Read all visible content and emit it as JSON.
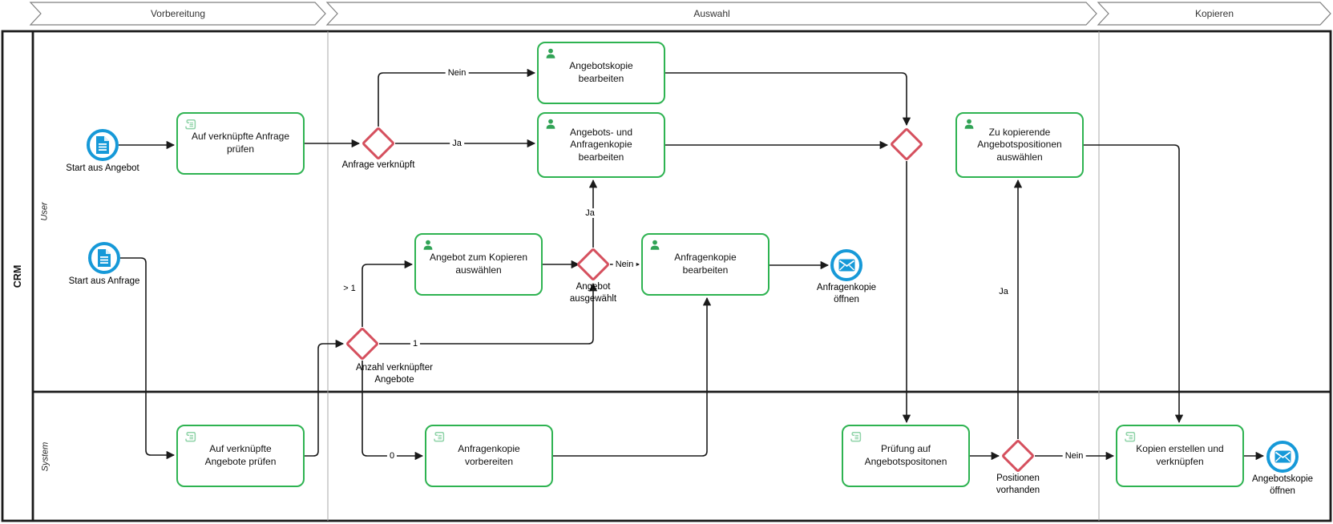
{
  "phases": [
    {
      "label": "Vorbereitung"
    },
    {
      "label": "Auswahl"
    },
    {
      "label": "Kopieren"
    }
  ],
  "pool": {
    "label": "CRM",
    "lanes": [
      {
        "label": "User"
      },
      {
        "label": "System"
      }
    ]
  },
  "events": [
    {
      "kind": "start",
      "icon": "document-icon",
      "label": "Start aus Angebot"
    },
    {
      "kind": "start",
      "icon": "document-icon",
      "label": "Start aus Anfrage"
    },
    {
      "kind": "end",
      "icon": "envelope-icon",
      "label": "Anfragenkopie öffnen"
    },
    {
      "kind": "end",
      "icon": "envelope-icon",
      "label": "Angebotskopie öffnen"
    }
  ],
  "tasks": [
    {
      "icon": "script-icon",
      "label": "Auf verknüpfte Anfrage prüfen"
    },
    {
      "icon": "user-icon",
      "label": "Angebotskopie bearbeiten"
    },
    {
      "icon": "user-icon",
      "label": "Angebots- und Anfragenkopie bearbeiten"
    },
    {
      "icon": "user-icon",
      "label": "Angebot zum Kopieren auswählen"
    },
    {
      "icon": "user-icon",
      "label": "Anfragenkopie bearbeiten"
    },
    {
      "icon": "user-icon",
      "label": "Zu kopierende Angebotspositionen auswählen"
    },
    {
      "icon": "script-icon",
      "label": "Auf verknüpfte Angebote prüfen"
    },
    {
      "icon": "script-icon",
      "label": "Anfragenkopie vorbereiten"
    },
    {
      "icon": "script-icon",
      "label": "Prüfung auf Angebotspositonen"
    },
    {
      "icon": "script-icon",
      "label": "Kopien erstellen und verknüpfen"
    }
  ],
  "gateways": [
    {
      "label": "Anfrage verknüpft"
    },
    {
      "label": "Angebot ausgewählt"
    },
    {
      "label": "Anzahl verknüpfter Angebote"
    },
    {
      "label": ""
    },
    {
      "label": "Positionen vorhanden"
    }
  ],
  "flow_labels": {
    "anfrage_verknuepft_nein": "Nein",
    "anfrage_verknuepft_ja": "Ja",
    "anzahl_groesser_1": "> 1",
    "anzahl_1": "1",
    "anzahl_0": "0",
    "angebot_ausgewaehlt_ja": "Ja",
    "angebot_ausgewaehlt_nein": "Nein",
    "positionen_ja": "Ja",
    "positionen_nein": "Nein"
  },
  "colors": {
    "event_blue": "#1699d8",
    "task_green": "#2eb351",
    "task_icon_green": "#8fd3a8",
    "gateway_red": "#d5505e",
    "line_black": "#1a1a1a"
  }
}
